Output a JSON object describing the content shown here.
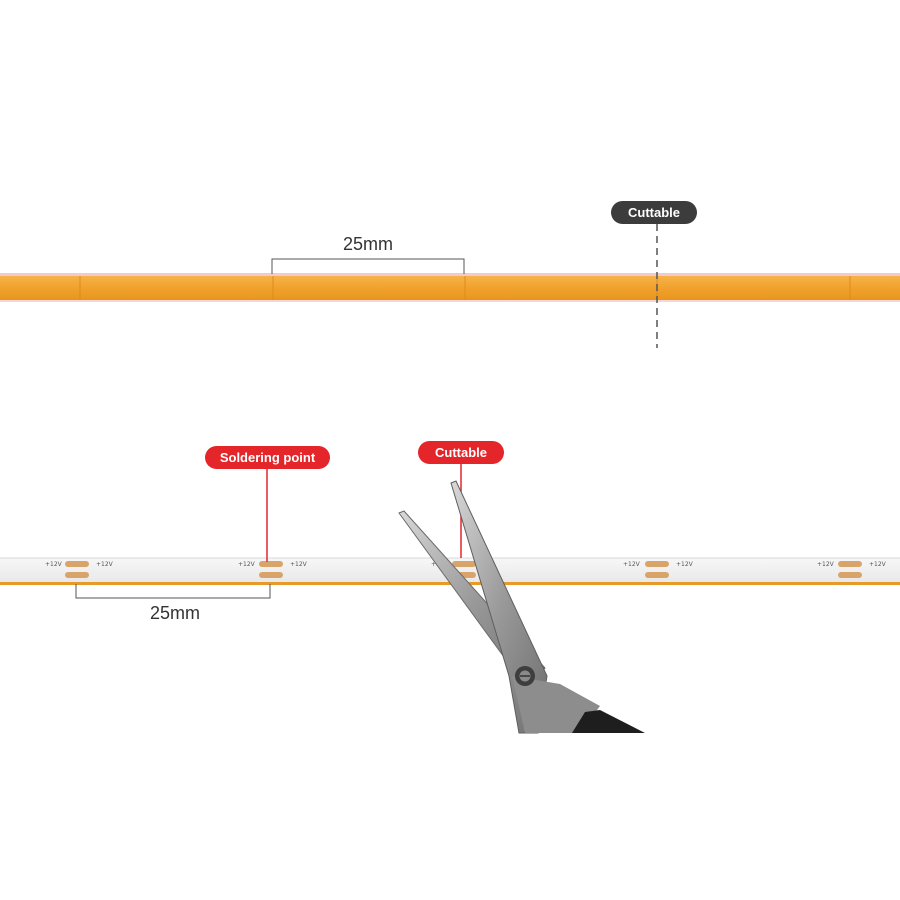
{
  "top_section": {
    "cuttable_label": "Cuttable",
    "measure_label": "25mm",
    "strip_color": "#f1a22c"
  },
  "bottom_section": {
    "soldering_label": "Soldering point",
    "cuttable_label": "Cuttable",
    "measure_label": "25mm",
    "pad_voltage_label": "+12V",
    "pad_minus_label": "–"
  },
  "colors": {
    "dark_badge": "#3c3c3c",
    "red_badge": "#e4262a",
    "copper_pad": "#d9a46a"
  }
}
